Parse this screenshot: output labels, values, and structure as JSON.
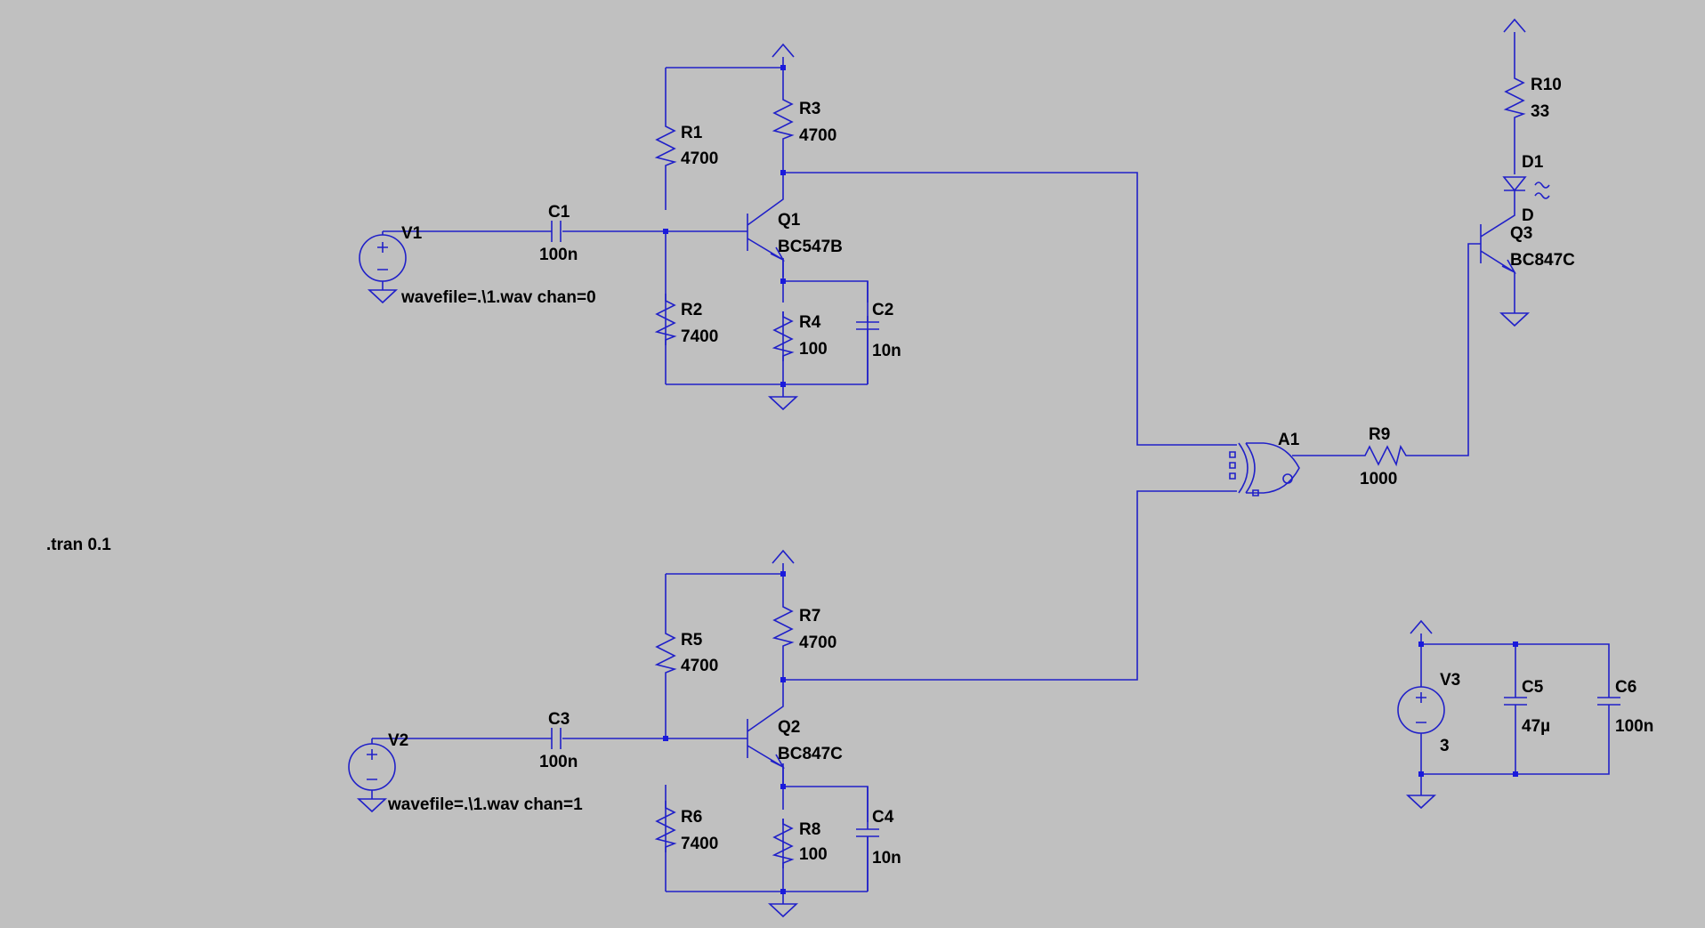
{
  "directive": ".tran 0.1",
  "components": {
    "V1": {
      "name": "V1",
      "value": "wavefile=.\\1.wav chan=0"
    },
    "V2": {
      "name": "V2",
      "value": "wavefile=.\\1.wav chan=1"
    },
    "V3": {
      "name": "V3",
      "value": "3"
    },
    "C1": {
      "name": "C1",
      "value": "100n"
    },
    "C2": {
      "name": "C2",
      "value": "10n"
    },
    "C3": {
      "name": "C3",
      "value": "100n"
    },
    "C4": {
      "name": "C4",
      "value": "10n"
    },
    "C5": {
      "name": "C5",
      "value": "47µ"
    },
    "C6": {
      "name": "C6",
      "value": "100n"
    },
    "R1": {
      "name": "R1",
      "value": "4700"
    },
    "R2": {
      "name": "R2",
      "value": "7400"
    },
    "R3": {
      "name": "R3",
      "value": "4700"
    },
    "R4": {
      "name": "R4",
      "value": "100"
    },
    "R5": {
      "name": "R5",
      "value": "4700"
    },
    "R6": {
      "name": "R6",
      "value": "7400"
    },
    "R7": {
      "name": "R7",
      "value": "4700"
    },
    "R8": {
      "name": "R8",
      "value": "100"
    },
    "R9": {
      "name": "R9",
      "value": "1000"
    },
    "R10": {
      "name": "R10",
      "value": "33"
    },
    "Q1": {
      "name": "Q1",
      "value": "BC547B"
    },
    "Q2": {
      "name": "Q2",
      "value": "BC847C"
    },
    "Q3": {
      "name": "Q3",
      "value": "BC847C"
    },
    "D1": {
      "name": "D1",
      "value": "D"
    },
    "A1": {
      "name": "A1"
    }
  },
  "colors": {
    "background": "#c0c0c0",
    "wire": "#2020c8",
    "junction": "#1a1adc",
    "text": "#000000"
  }
}
